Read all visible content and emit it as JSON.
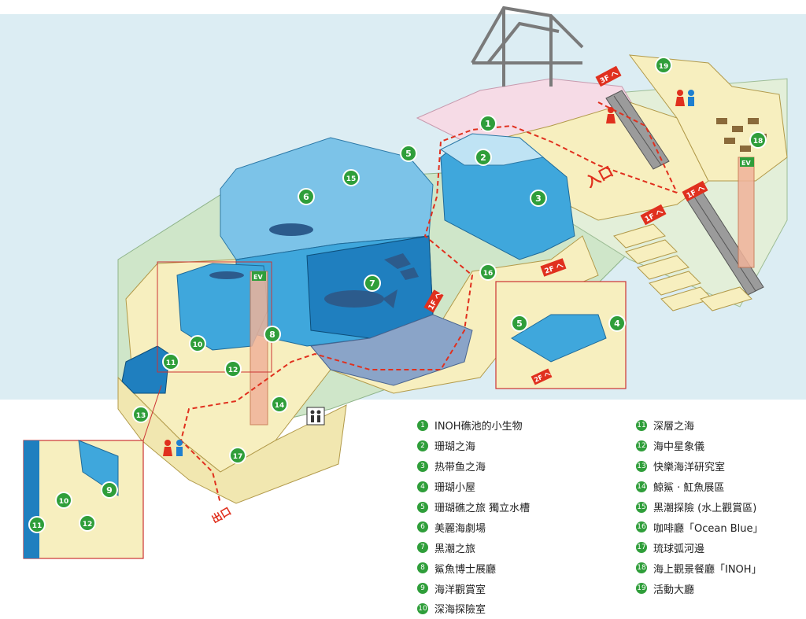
{
  "signs": {
    "entrance": "入口",
    "exit": "出口",
    "floor_3f": "3F へ",
    "floor_1f_a": "1F へ",
    "floor_1f_b": "1F へ",
    "floor_1f_c": "1F へ",
    "floor_2f_a": "2F へ",
    "floor_2f_b": "2F へ",
    "ev_a": "EV",
    "ev_b": "EV"
  },
  "legend": [
    {
      "num": "1",
      "label": "INOH礁池的小生物"
    },
    {
      "num": "2",
      "label": "珊瑚之海"
    },
    {
      "num": "3",
      "label": "热带鱼之海"
    },
    {
      "num": "4",
      "label": "珊瑚小屋"
    },
    {
      "num": "5",
      "label": "珊瑚礁之旅  獨立水槽"
    },
    {
      "num": "6",
      "label": "美麗海劇場"
    },
    {
      "num": "7",
      "label": "黑潮之旅"
    },
    {
      "num": "8",
      "label": "鯊魚博士展廳"
    },
    {
      "num": "9",
      "label": "海洋觀賞室"
    },
    {
      "num": "10",
      "label": "深海探險室"
    },
    {
      "num": "11",
      "label": "深層之海"
    },
    {
      "num": "12",
      "label": "海中星象儀"
    },
    {
      "num": "13",
      "label": "快樂海洋研究室"
    },
    {
      "num": "14",
      "label": "鯨鯊 · 魟魚展區"
    },
    {
      "num": "15",
      "label": "黑潮探險 (水上觀賞區)"
    },
    {
      "num": "16",
      "label": "咖啡廳「Ocean Blue」"
    },
    {
      "num": "17",
      "label": "琉球弧河邊"
    },
    {
      "num": "18",
      "label": "海上觀景餐廳「INOH」"
    },
    {
      "num": "19",
      "label": "活動大廳"
    }
  ],
  "colors": {
    "floor": "#f7efbf",
    "tank": "#3fa7dc",
    "tank_dark": "#1f7fbf",
    "marker": "#2f9e3a",
    "route": "#e0301e",
    "ground": "#cfe6c9",
    "sky": "#dcedf3"
  }
}
